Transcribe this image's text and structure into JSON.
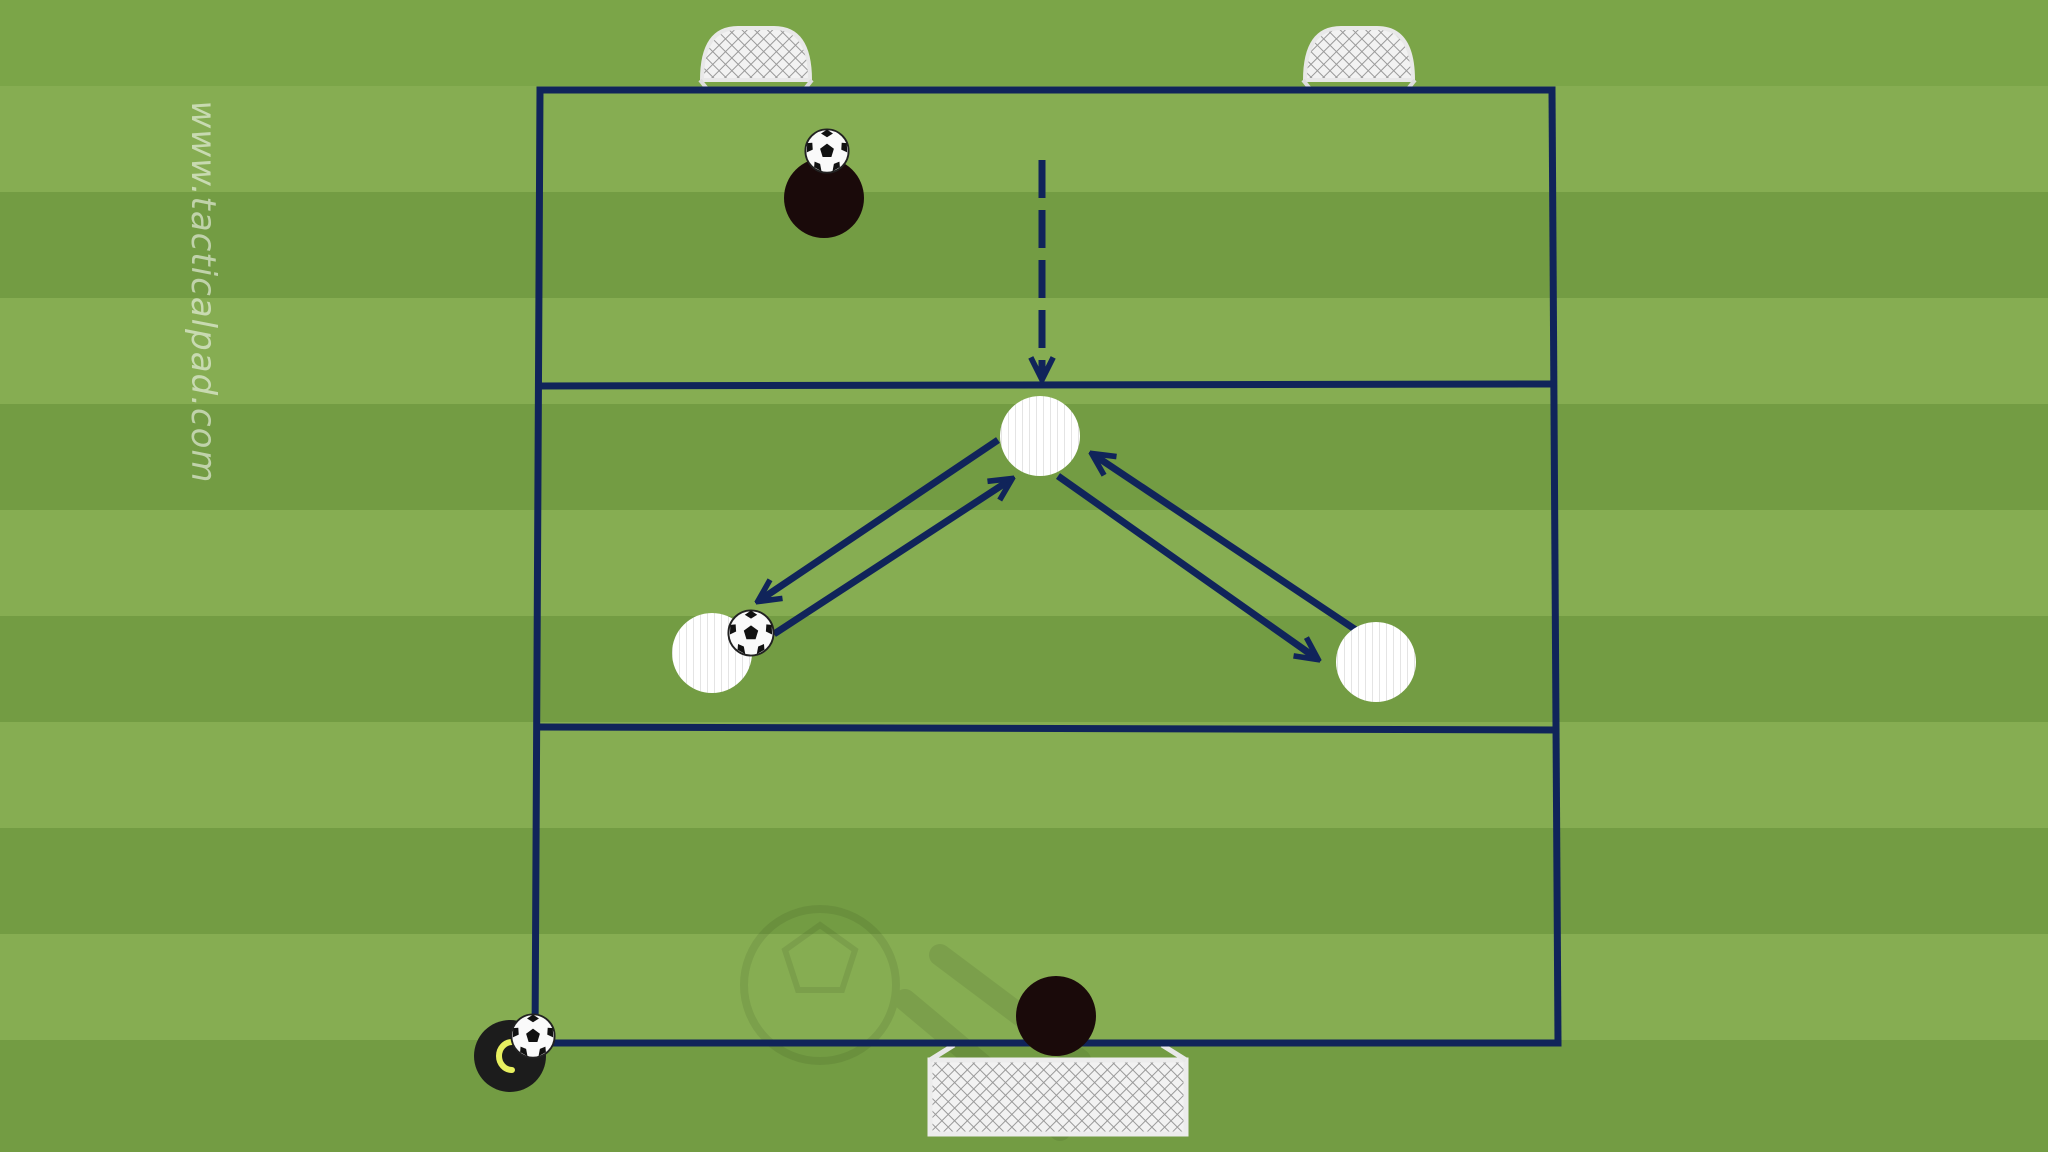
{
  "watermark": {
    "text": "www.tacticalpad.com"
  },
  "colors": {
    "grass_light": "#86ad52",
    "grass_dark": "#739c43",
    "lines": "#10245a",
    "white_team": "#ffffff",
    "black_team": "#1a0a0a",
    "coach_mark": "#e8f060"
  },
  "diagram": {
    "zones": [
      "top",
      "middle",
      "bottom"
    ],
    "goals": [
      "mini-goal-left",
      "mini-goal-right",
      "main-goal"
    ],
    "players": [
      {
        "team": "black",
        "role": "attacker-top",
        "has_ball": true
      },
      {
        "team": "white",
        "role": "midfield-center",
        "has_ball": false
      },
      {
        "team": "white",
        "role": "midfield-left",
        "has_ball": true
      },
      {
        "team": "white",
        "role": "midfield-right",
        "has_ball": false
      },
      {
        "team": "black",
        "role": "goalkeeper",
        "has_ball": false
      },
      {
        "team": "black",
        "role": "coach",
        "has_ball": true
      }
    ],
    "movements": [
      {
        "type": "run",
        "style": "dashed",
        "from": "top-zone",
        "to": "midfield-center"
      },
      {
        "type": "pass",
        "style": "solid",
        "from": "midfield-center",
        "to": "midfield-left"
      },
      {
        "type": "pass",
        "style": "solid",
        "from": "midfield-left",
        "to": "midfield-center"
      },
      {
        "type": "pass",
        "style": "solid",
        "from": "midfield-center",
        "to": "midfield-right"
      },
      {
        "type": "pass",
        "style": "solid",
        "from": "midfield-right",
        "to": "midfield-center"
      }
    ]
  }
}
